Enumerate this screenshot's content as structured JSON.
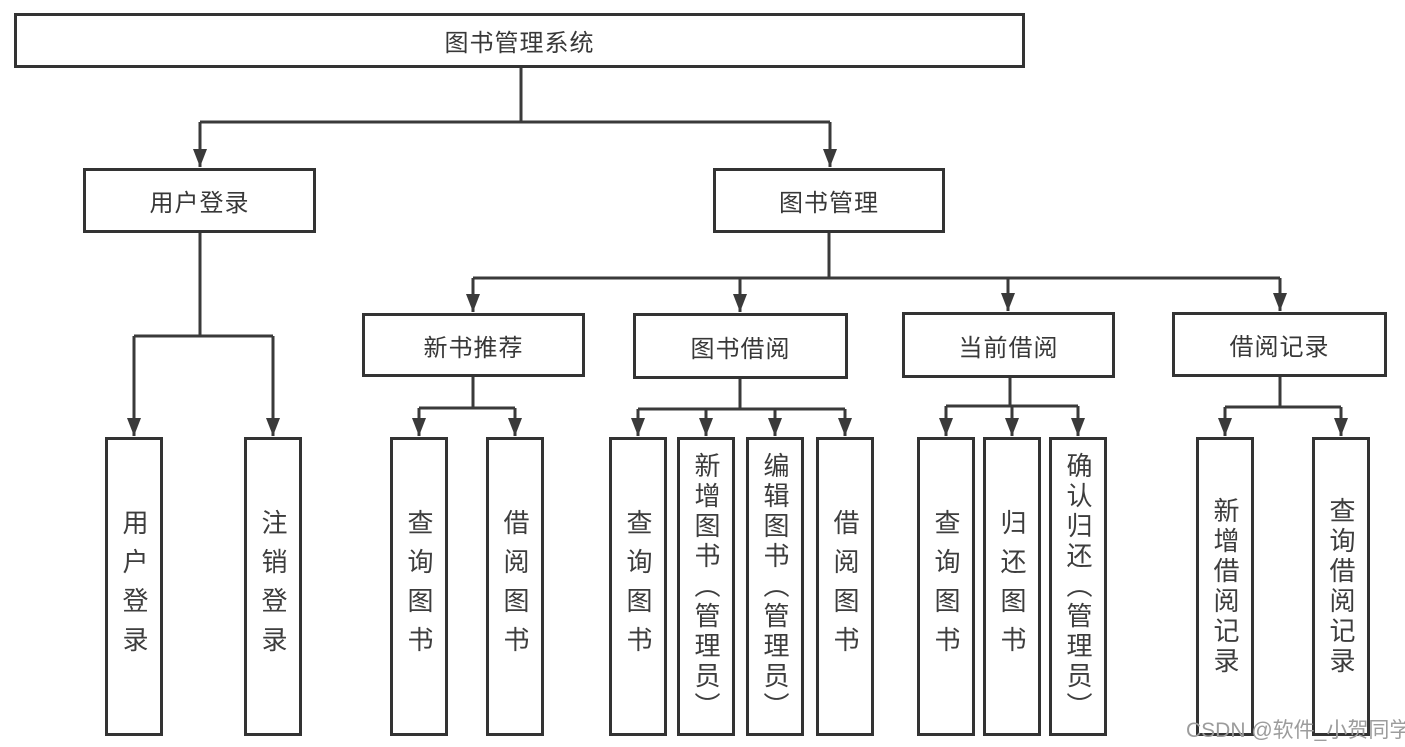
{
  "diagram": {
    "nodes": {
      "root": {
        "label": "图书管理系统"
      },
      "level2": [
        {
          "label": "用户登录"
        },
        {
          "label": "图书管理"
        }
      ],
      "level3": [
        {
          "label": "新书推荐",
          "parent": "图书管理"
        },
        {
          "label": "图书借阅",
          "parent": "图书管理"
        },
        {
          "label": "当前借阅",
          "parent": "图书管理"
        },
        {
          "label": "借阅记录",
          "parent": "图书管理"
        }
      ],
      "leaves": [
        {
          "label": "用户登录",
          "parent": "用户登录"
        },
        {
          "label": "注销登录",
          "parent": "用户登录"
        },
        {
          "label": "查询图书",
          "parent": "新书推荐"
        },
        {
          "label": "借阅图书",
          "parent": "新书推荐"
        },
        {
          "label": "查询图书",
          "parent": "图书借阅"
        },
        {
          "label": "新增图书（管理员）",
          "parent": "图书借阅"
        },
        {
          "label": "编辑图书（管理员）",
          "parent": "图书借阅"
        },
        {
          "label": "借阅图书",
          "parent": "图书借阅"
        },
        {
          "label": "查询图书",
          "parent": "当前借阅"
        },
        {
          "label": "归还图书",
          "parent": "当前借阅"
        },
        {
          "label": "确认归还（管理员）",
          "parent": "当前借阅"
        },
        {
          "label": "新增借阅记录",
          "parent": "借阅记录"
        },
        {
          "label": "查询借阅记录",
          "parent": "借阅记录"
        }
      ]
    },
    "colors": {
      "line": "#3a3a3a",
      "text": "#383838",
      "background": "#ffffff",
      "watermark": "#9c9c9c"
    },
    "watermark": {
      "text": "CSDN @软件_小贺同学"
    }
  }
}
